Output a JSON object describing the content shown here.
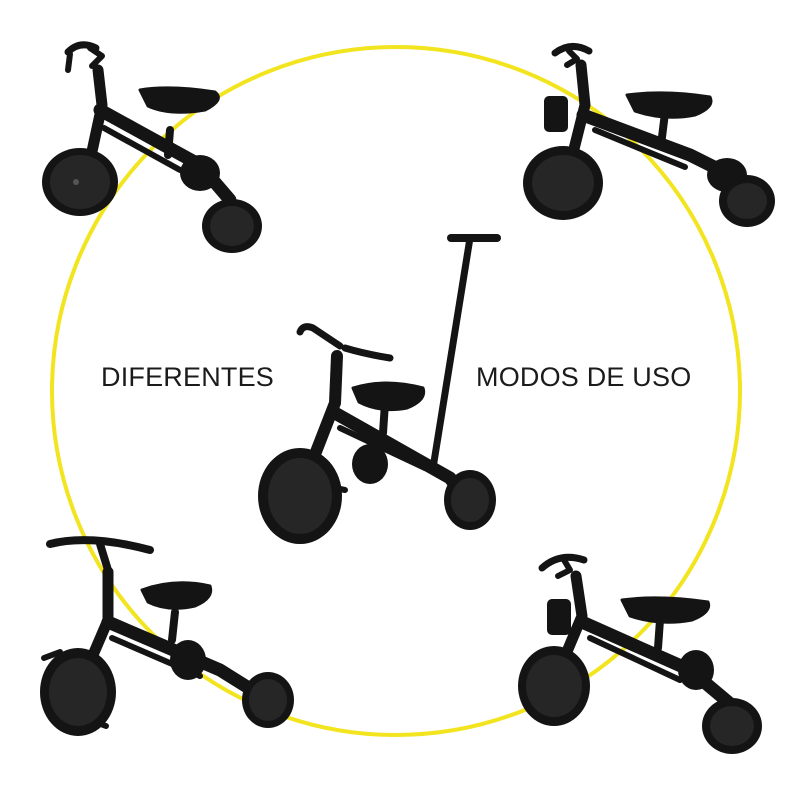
{
  "headline": {
    "left": "DIFERENTES",
    "right": "MODOS DE USO"
  },
  "colors": {
    "ring": "#f2e41e",
    "product": "#141414",
    "text": "#1b1b1b",
    "background": "#ffffff"
  },
  "images": [
    {
      "name": "tricycle-mode-top-left",
      "depicts": "black toddler tricycle, three wheels, no pedals"
    },
    {
      "name": "tricycle-mode-top-right",
      "depicts": "black toddler tricycle with cup holder, three wheels"
    },
    {
      "name": "push-tricycle-center",
      "depicts": "black tricycle with parent push handle and pedals"
    },
    {
      "name": "pedal-tricycle-bottom-left",
      "depicts": "black tricycle with pedals and wide handlebar"
    },
    {
      "name": "balance-mode-bottom-right",
      "depicts": "black tricycle with cup holder, low rear wheels"
    }
  ]
}
